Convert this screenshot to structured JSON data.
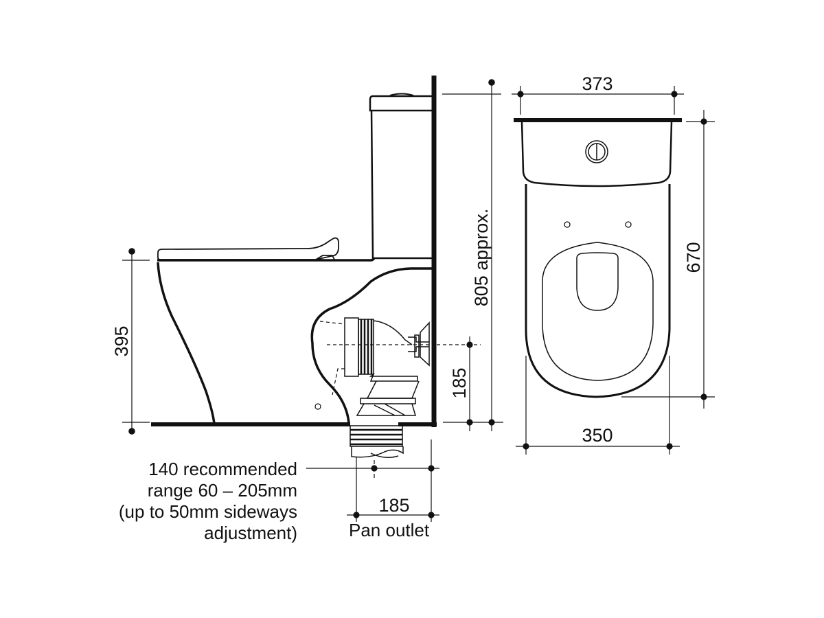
{
  "diagram": {
    "type": "technical-drawing",
    "subject": "close-coupled toilet suite dimensions",
    "units": "mm",
    "side_view": {
      "dimensions": {
        "seat_height": "395",
        "overall_height": "805 approx.",
        "waste_height": "185"
      }
    },
    "top_view": {
      "dimensions": {
        "cistern_width": "373",
        "overall_depth": "670",
        "pan_width": "350"
      }
    },
    "outlet": {
      "setout": "185",
      "setout_label": "Pan outlet",
      "note_lines": [
        "140 recommended",
        "range 60 – 205mm",
        "(up to 50mm sideways",
        "adjustment)"
      ]
    }
  }
}
